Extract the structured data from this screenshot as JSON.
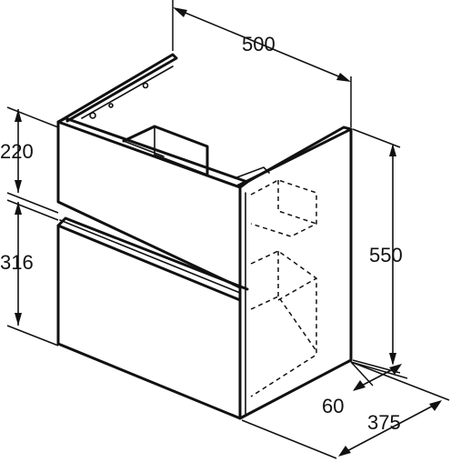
{
  "dimensions": {
    "width": "500",
    "total_height": "550",
    "top_drawer_height": "220",
    "bottom_drawer_height": "316",
    "side_offset": "60",
    "depth": "375"
  }
}
